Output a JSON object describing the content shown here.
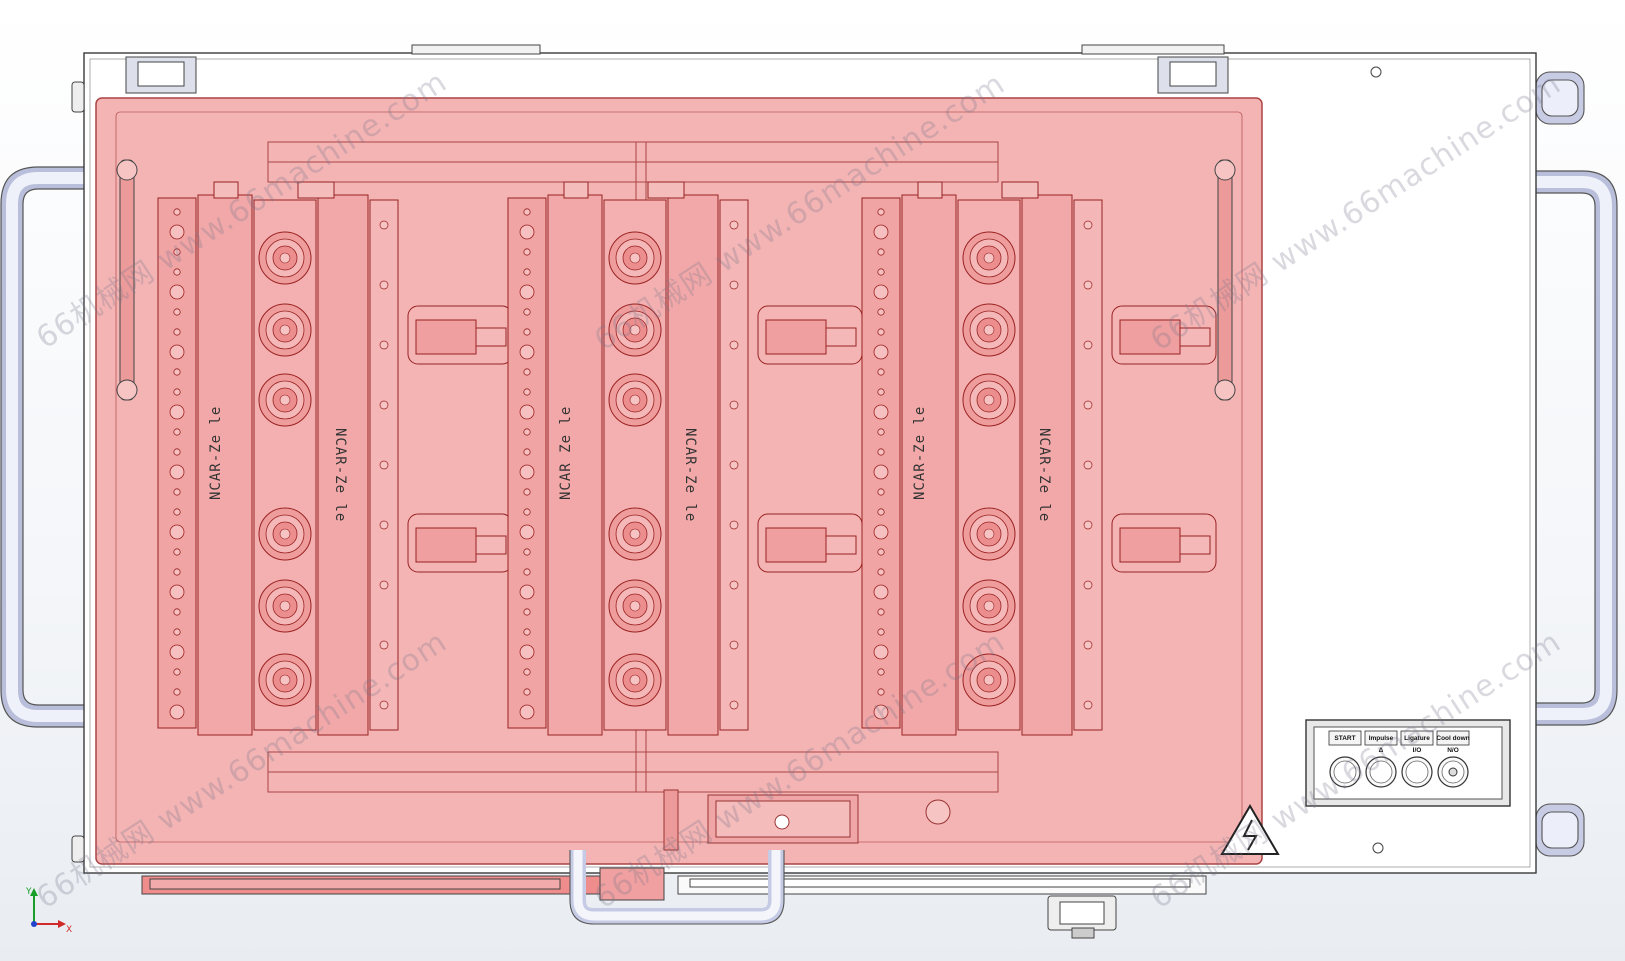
{
  "watermarks": [
    "66机械网 www.66machine.com",
    "66机械网 www.66machine.com",
    "66机械网 www.66machine.com",
    "66机械网 www.66machine.com",
    "66机械网 www.66machine.com",
    "66机械网 www.66machine.com"
  ],
  "modules": [
    {
      "label_left": "NCAR-Ze le",
      "label_right": "NCAR-Ze le"
    },
    {
      "label_left": "NCAR Ze le",
      "label_right": "NCAR-Ze le"
    },
    {
      "label_left": "NCAR-Ze le",
      "label_right": "NCAR-Ze le"
    }
  ],
  "control_panel": {
    "buttons": [
      {
        "label": "START"
      },
      {
        "label": "Impulse"
      },
      {
        "label": "Ligature"
      },
      {
        "label": "Cool down"
      }
    ],
    "button_sub": [
      "",
      "Δ",
      "I/O",
      "N/O"
    ]
  },
  "triad": {
    "y_label": "Y",
    "x_label": "X"
  },
  "colors": {
    "pink_fill": "#f4b4b4",
    "pink_edge": "#b04848",
    "frame": "#ffffff",
    "line": "#3a3a3a"
  }
}
